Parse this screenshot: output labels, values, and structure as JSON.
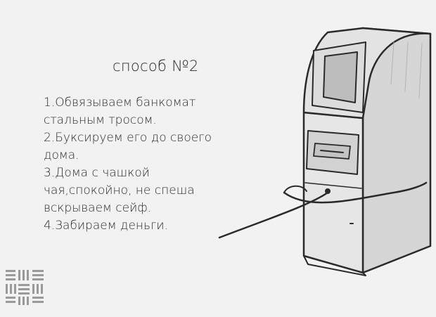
{
  "title": "способ №2",
  "steps": [
    "1.Обвязываем банкомат",
    "стальным тросом.",
    "2.Буксируем его до своего",
    "дома.",
    "3.Дома с чашкой",
    "чая,спокойно, не спеша",
    "вскрываем сейф.",
    "4.Забираем деньги."
  ],
  "illustration": {
    "subject": "atm-with-cable-icon",
    "stroke_color": "#2a2a2a",
    "fill_color": "#d9d9d9",
    "screen_color": "#bdbdbd"
  },
  "logo": {
    "icon": "grid-logo-icon",
    "color": "#9a9a9a"
  }
}
